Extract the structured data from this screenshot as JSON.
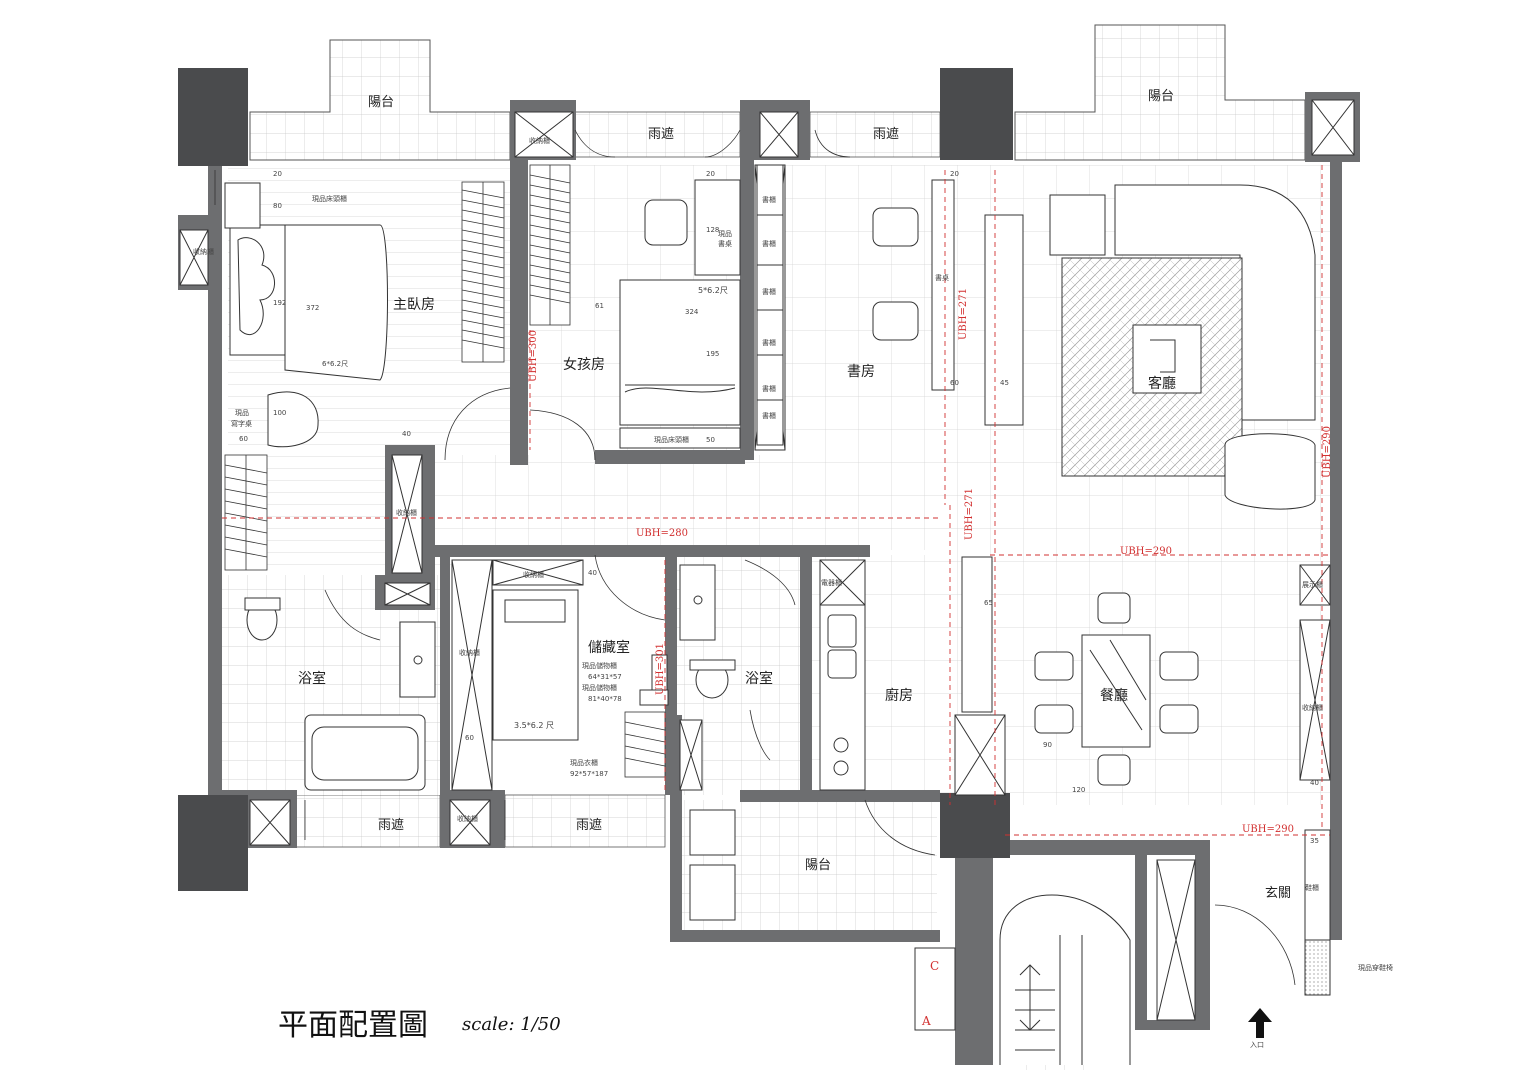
{
  "title": "平面配置圖",
  "scale": "scale: 1/50",
  "colors": {
    "wall": "#6d6e70",
    "column": "#4a4b4d",
    "grid": "#cfcfcf",
    "annot": "#d23030",
    "line": "#333333"
  },
  "rooms": {
    "balcony_l": "陽台",
    "balcony_r": "陽台",
    "balcony_b": "陽台",
    "awning_1": "雨遮",
    "awning_2": "雨遮",
    "awning_3": "雨遮",
    "awning_4": "雨遮",
    "master": "主臥房",
    "girl": "女孩房",
    "study": "書房",
    "living": "客廳",
    "storage": "儲藏室",
    "bath_l": "浴室",
    "bath_r": "浴室",
    "kitchen": "廚房",
    "dining": "餐廳",
    "entry": "玄關"
  },
  "furniture": {
    "existing_dresser": "現品床頭櫃",
    "storage_cab_1": "收納櫃",
    "storage_cab_2": "收納櫃",
    "storage_cab_3": "收納櫃",
    "storage_cab_4": "收納櫃",
    "storage_cab_5": "收納櫃",
    "storage_cab_6": "收納櫃",
    "storage_cab_7": "收納櫃",
    "bed_master": "6*6.2尺",
    "desk_master_1": "現品",
    "desk_master_2": "寫字桌",
    "bed_girl": "5*6.2尺",
    "desk_girl_1": "現品",
    "desk_girl_2": "書桌",
    "bed_girl_head": "現品床頭櫃",
    "book_cab_1": "書櫃",
    "book_cab_2": "書櫃",
    "book_cab_3": "書櫃",
    "book_cab_4": "書櫃",
    "book_cab_5": "書櫃",
    "book_cab_6": "書櫃",
    "book_desk": "書桌",
    "bed_storage": "3.5*6.2 尺",
    "exist_shelf_1": "現品儲物櫃",
    "exist_shelf_1_size": "64*31*57",
    "exist_shelf_2": "現品儲物櫃",
    "exist_shelf_2_size": "81*40*78",
    "exist_wardrobe": "現品衣櫃",
    "exist_wardrobe_size": "92*57*187",
    "electric_cab": "電器櫃",
    "display_cab": "展示櫃",
    "shoe_cab": "鞋櫃",
    "exist_shoe": "現品穿鞋椅",
    "entrance": "入口"
  },
  "ubh": {
    "u300": "UBH=300",
    "u271a": "UBH=271",
    "u271b": "UBH=271",
    "u280": "UBH=280",
    "u290a": "UBH=290",
    "u290b": "UBH=290",
    "u290c": "UBH=290",
    "u301": "UBH=301"
  },
  "dims": {
    "d20a": "20",
    "d80": "80",
    "d192": "192",
    "d372": "372",
    "d100": "100",
    "d60a": "60",
    "d40a": "40",
    "d20b": "20",
    "d128": "128",
    "d61": "61",
    "d324": "324",
    "d195": "195",
    "d50": "50",
    "d20c": "20",
    "d60b": "60",
    "d45": "45",
    "d40b": "40",
    "d60c": "60",
    "d65": "65",
    "d90": "90",
    "d120": "120",
    "d40c": "40",
    "d35": "35"
  },
  "stair_letters": {
    "a": "A",
    "c": "C"
  }
}
